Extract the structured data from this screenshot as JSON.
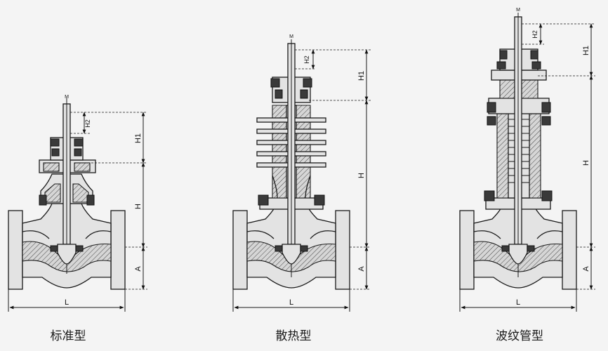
{
  "figures": [
    {
      "caption": "标准型",
      "labels": {
        "m": "M",
        "h2": "H2",
        "h1": "H1",
        "h": "H",
        "a": "A",
        "l": "L"
      }
    },
    {
      "caption": "散热型",
      "labels": {
        "m": "M",
        "h2": "H2",
        "h1": "H1",
        "h": "H",
        "a": "A",
        "l": "L"
      }
    },
    {
      "caption": "波纹管型",
      "labels": {
        "m": "M",
        "h2": "H2",
        "h1": "H1",
        "h": "H",
        "a": "A",
        "l": "L"
      }
    }
  ]
}
